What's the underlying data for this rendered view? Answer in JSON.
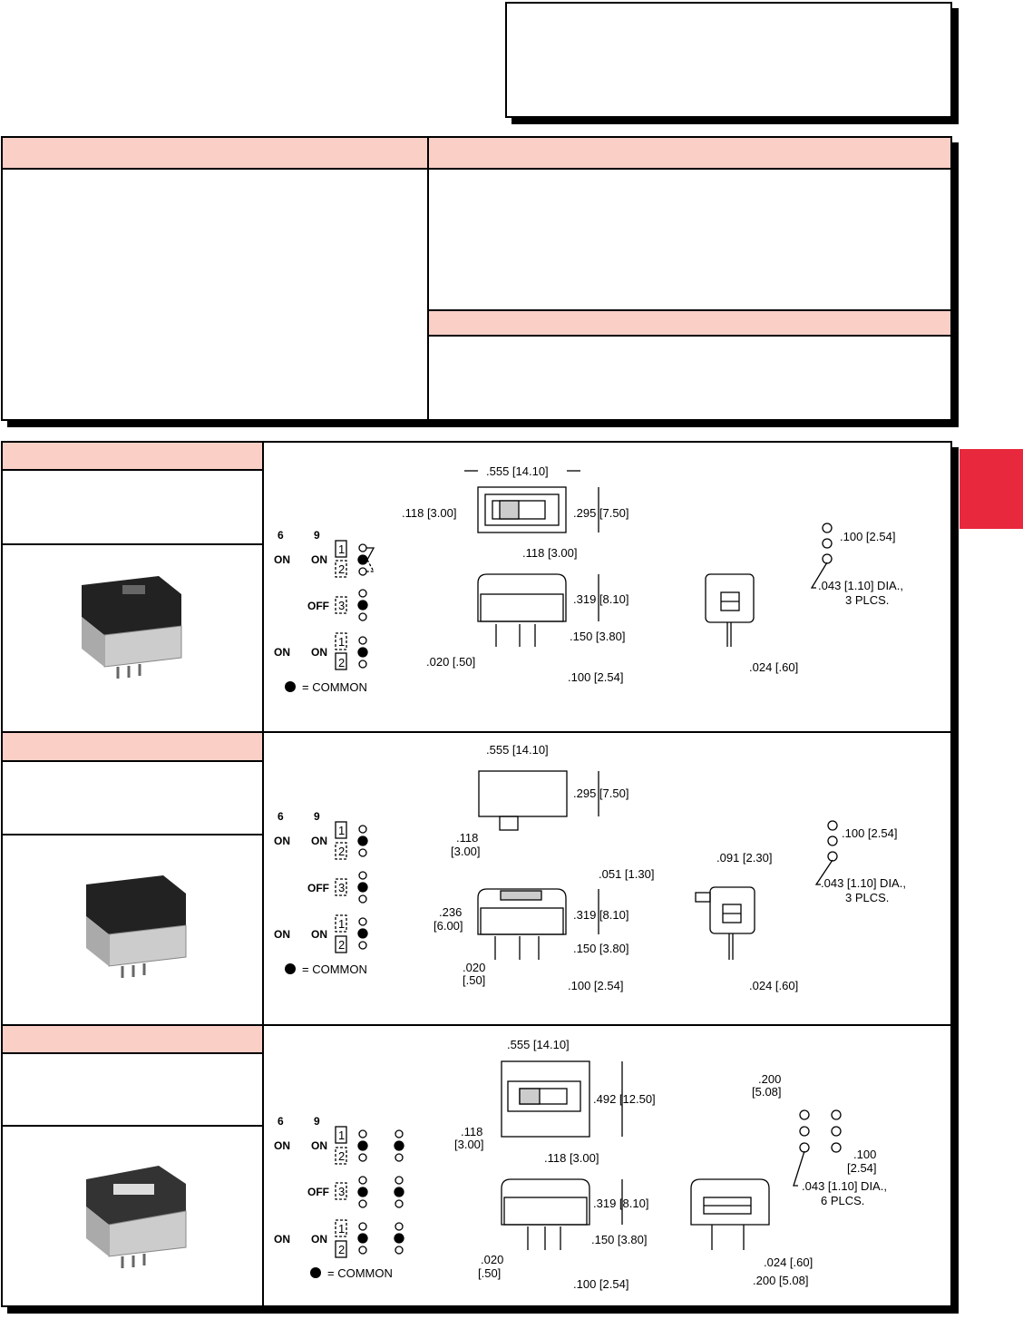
{
  "colors": {
    "header_band": "#f9cfc6",
    "side_tab": "#e8283c"
  },
  "common_legend": "= COMMON",
  "sections": [
    {
      "schematic": {
        "col1": "6",
        "col2": "9",
        "row1_c1": "ON",
        "row1_c2": "ON",
        "row2_c2": "OFF",
        "row3_c1": "ON",
        "row3_c2": "ON",
        "n1": "1",
        "n2": "2",
        "n3": "3"
      },
      "dims": {
        "width": ".555 [14.10]",
        "act_h": ".118 [3.00]",
        "height": ".295 [7.50]",
        "act_w": ".118 [3.00]",
        "body_h": ".319 [8.10]",
        "pin_len": ".150 [3.80]",
        "pin_w": ".020 [.50]",
        "pitch": ".100 [2.54]",
        "pin_t": ".024 [.60]",
        "hole_pitch": ".100 [2.54]",
        "hole_dia": ".043 [1.10] DIA.,",
        "hole_count": "3 PLCS."
      }
    },
    {
      "schematic": {
        "col1": "6",
        "col2": "9",
        "row1_c1": "ON",
        "row1_c2": "ON",
        "row2_c2": "OFF",
        "row3_c1": "ON",
        "row3_c2": "ON",
        "n1": "1",
        "n2": "2",
        "n3": "3"
      },
      "dims": {
        "width": ".555 [14.10]",
        "height": ".295 [7.50]",
        "act_a": ".118",
        "act_b": "[3.00]",
        "act_ext": ".051 [1.30]",
        "act_len": ".091 [2.30]",
        "act_pos_a": ".236",
        "act_pos_b": "[6.00]",
        "body_h": ".319 [8.10]",
        "pin_len": ".150 [3.80]",
        "pin_w_a": ".020",
        "pin_w_b": "[.50]",
        "pitch": ".100 [2.54]",
        "pin_t": ".024 [.60]",
        "hole_pitch": ".100 [2.54]",
        "hole_dia": ".043 [1.10] DIA.,",
        "hole_count": "3 PLCS."
      }
    },
    {
      "schematic": {
        "col1": "6",
        "col2": "9",
        "row1_c1": "ON",
        "row1_c2": "ON",
        "row2_c2": "OFF",
        "row3_c1": "ON",
        "row3_c2": "ON",
        "n1": "1",
        "n2": "2",
        "n3": "3"
      },
      "dims": {
        "width": ".555 [14.10]",
        "height": ".492 [12.50]",
        "act_h_a": ".118",
        "act_h_b": "[3.00]",
        "act_w": ".118 [3.00]",
        "body_h": ".319 [8.10]",
        "pin_len": ".150 [3.80]",
        "pin_w_a": ".020",
        "pin_w_b": "[.50]",
        "pitch": ".100 [2.54]",
        "row_sp_a": ".200",
        "row_sp_b": "[5.08]",
        "hole_pitch_a": ".100",
        "hole_pitch_b": "[2.54]",
        "hole_dia": ".043 [1.10] DIA.,",
        "hole_count": "6 PLCS.",
        "pin_t": ".024 [.60]",
        "row_sp2": ".200 [5.08]"
      }
    }
  ]
}
